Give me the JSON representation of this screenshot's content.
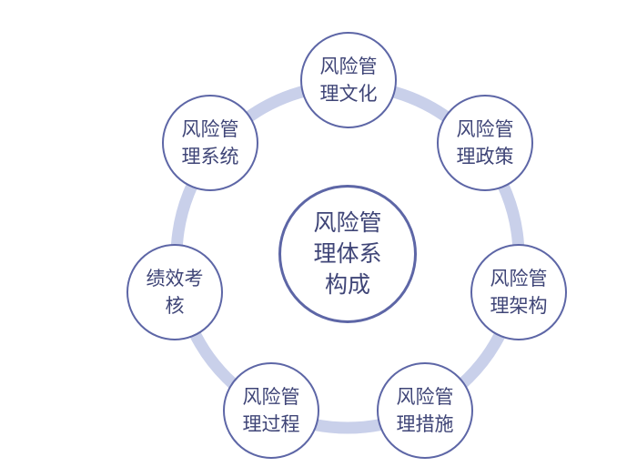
{
  "diagram": {
    "center": {
      "label": "风险管理体系构成"
    },
    "nodes": [
      {
        "id": "culture",
        "label": "风险管理文化"
      },
      {
        "id": "policy",
        "label": "风险管理政策"
      },
      {
        "id": "structure",
        "label": "风险管理架构"
      },
      {
        "id": "measures",
        "label": "风险管理措施"
      },
      {
        "id": "process",
        "label": "风险管理过程"
      },
      {
        "id": "performance",
        "label": "绩效考核"
      },
      {
        "id": "system",
        "label": "风险管理系统"
      }
    ],
    "colors": {
      "ring": "#c9d0ea",
      "border": "#5d66a6",
      "text": "#3f4577"
    }
  }
}
